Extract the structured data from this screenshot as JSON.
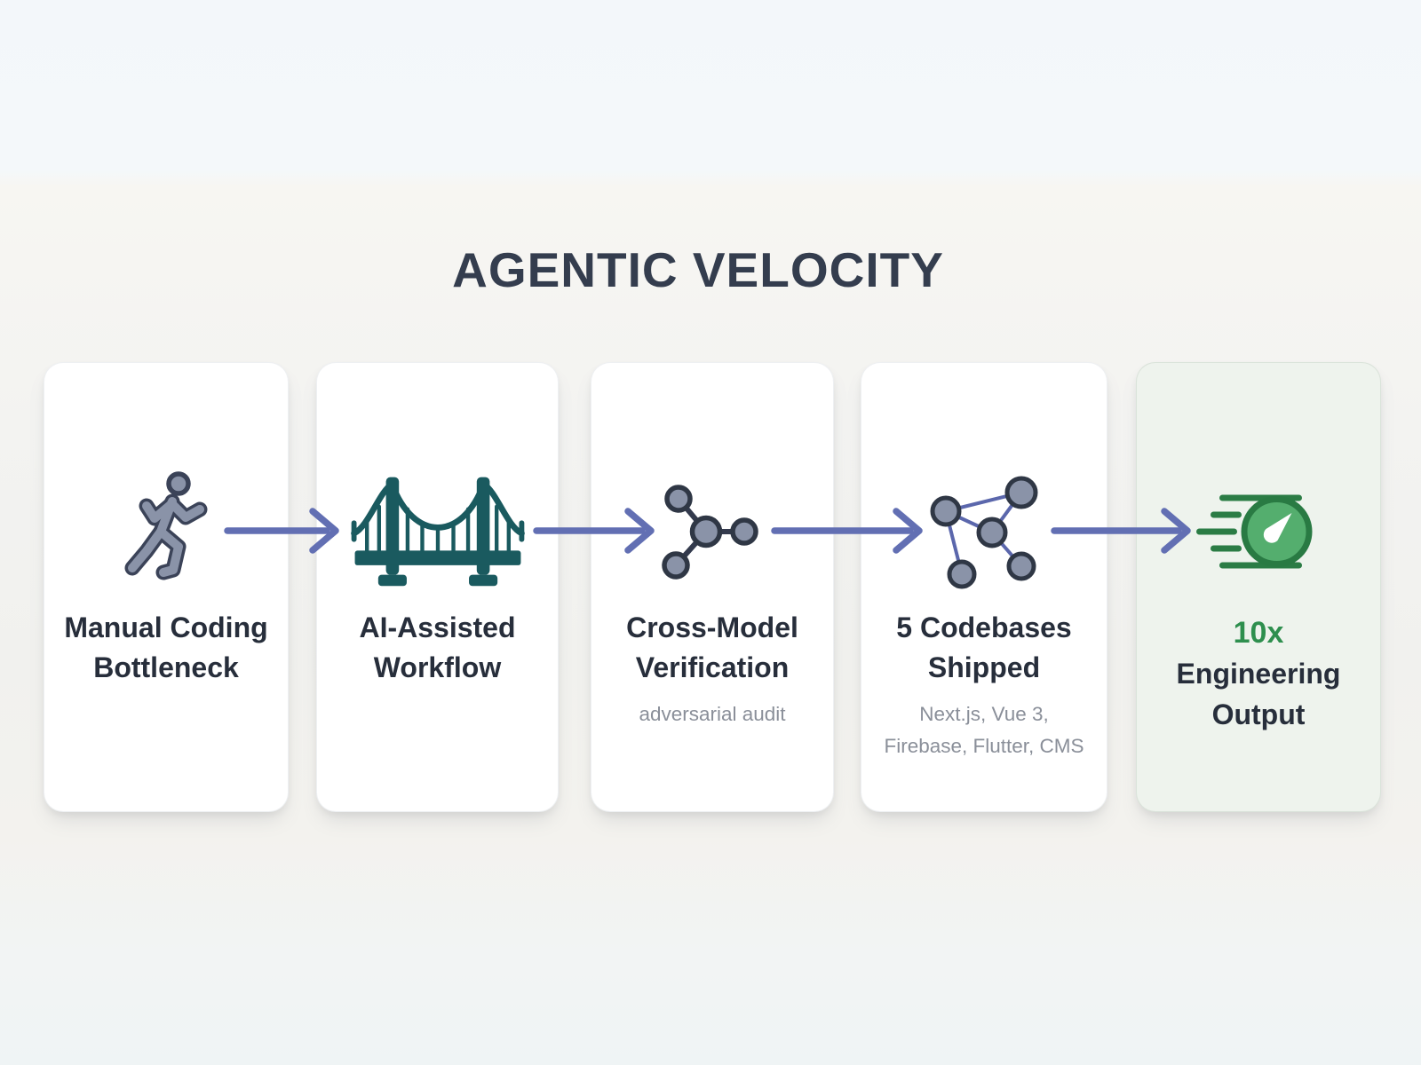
{
  "page": {
    "title": "AGENTIC VELOCITY"
  },
  "colors": {
    "arrow": "#626fb3",
    "icon_slate_fill": "#8a93a8",
    "icon_outline": "#2f3745",
    "bridge_teal": "#1a5a5f",
    "gauge_fill": "#54ae6e",
    "gauge_ring": "#297a43",
    "highlight_green": "#2e8f4e",
    "heading_text": "#343d4e",
    "label_text": "#272e3b",
    "subtext": "#8a8f99",
    "card_bg": "#ffffff",
    "final_card_bg": "#eef3ed"
  },
  "steps": [
    {
      "icon": "walking-person-icon",
      "label_line1": "Manual Coding",
      "label_line2": "Bottleneck"
    },
    {
      "icon": "bridge-icon",
      "label_line1": "AI-Assisted",
      "label_line2": "Workflow"
    },
    {
      "icon": "model-network-icon",
      "label_line1": "Cross-Model",
      "label_line2": "Verification",
      "sub_line1": "adversarial audit"
    },
    {
      "icon": "graph-network-icon",
      "label_line1": "5 Codebases",
      "label_line2": "Shipped",
      "sub_line1": "Next.js, Vue 3,",
      "sub_line2": "Firebase, Flutter, CMS"
    },
    {
      "icon": "speedometer-icon",
      "highlight": "10x",
      "label_line1": "Engineering",
      "label_line2": "Output"
    }
  ]
}
